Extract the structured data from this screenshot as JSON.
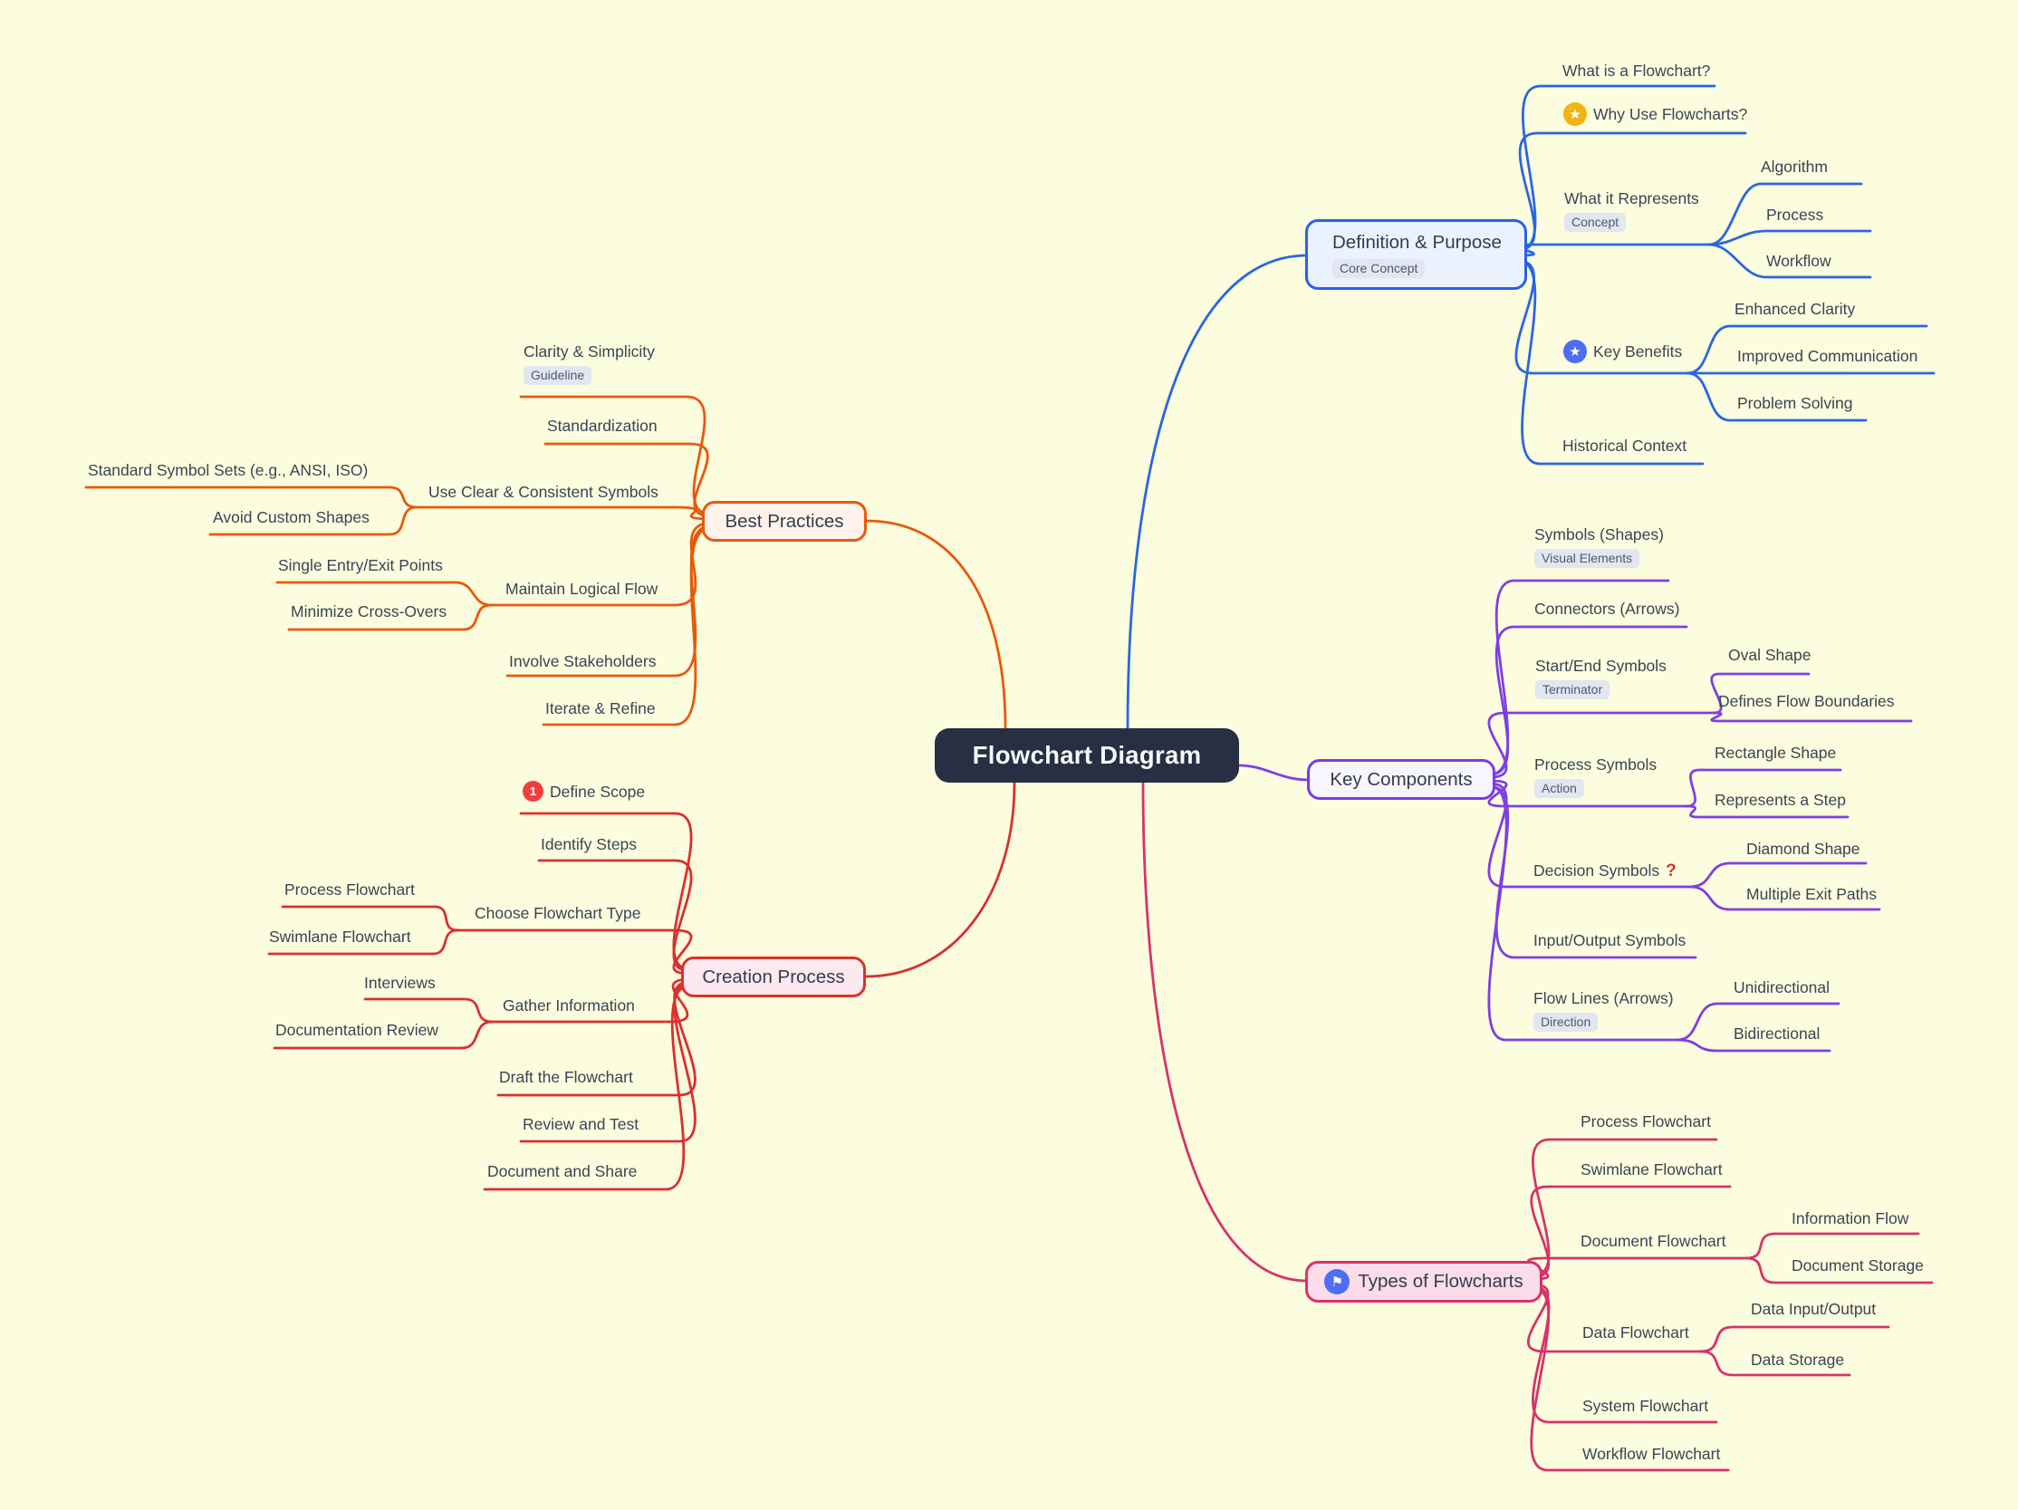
{
  "title": "Flowchart Diagram",
  "icons": {
    "star": "★",
    "flag": "⚑",
    "question": "?",
    "one": "1"
  },
  "colors": {
    "background": "#FCFCDE",
    "blue_branch": "#2A66E0",
    "purple_branch": "#7E3FE4",
    "pink_branch": "#D6336C",
    "orange_branch": "#E8590C",
    "red_branch": "#D93030",
    "center_bg": "#273043",
    "badge_bg": "#E2E6F0"
  },
  "branches": {
    "definition": {
      "label": "Definition & Purpose",
      "badge": "Core Concept",
      "children": {
        "what_is": {
          "label": "What is a Flowchart?"
        },
        "why_use": {
          "label": "Why Use Flowcharts?"
        },
        "represents": {
          "label": "What it Represents",
          "badge": "Concept"
        },
        "algorithm": {
          "label": "Algorithm"
        },
        "process": {
          "label": "Process"
        },
        "workflow": {
          "label": "Workflow"
        },
        "benefits": {
          "label": "Key Benefits"
        },
        "enhanced_clarity": {
          "label": "Enhanced Clarity"
        },
        "improved_communication": {
          "label": "Improved Communication"
        },
        "problem_solving": {
          "label": "Problem Solving"
        },
        "historical": {
          "label": "Historical Context"
        }
      }
    },
    "components": {
      "label": "Key Components",
      "children": {
        "symbols": {
          "label": "Symbols (Shapes)",
          "badge": "Visual Elements"
        },
        "connectors": {
          "label": "Connectors (Arrows)"
        },
        "start_end": {
          "label": "Start/End Symbols",
          "badge": "Terminator"
        },
        "oval": {
          "label": "Oval Shape"
        },
        "boundaries": {
          "label": "Defines Flow Boundaries"
        },
        "process_symbols": {
          "label": "Process Symbols",
          "badge": "Action"
        },
        "rectangle": {
          "label": "Rectangle Shape"
        },
        "step": {
          "label": "Represents a Step"
        },
        "decision": {
          "label": "Decision Symbols"
        },
        "diamond": {
          "label": "Diamond Shape"
        },
        "exit_paths": {
          "label": "Multiple Exit Paths"
        },
        "input_output": {
          "label": "Input/Output Symbols"
        },
        "flow_lines": {
          "label": "Flow Lines (Arrows)",
          "badge": "Direction"
        },
        "unidirectional": {
          "label": "Unidirectional"
        },
        "bidirectional": {
          "label": "Bidirectional"
        }
      }
    },
    "types": {
      "label": "Types of Flowcharts",
      "children": {
        "process_fc": {
          "label": "Process Flowchart"
        },
        "swimlane_fc": {
          "label": "Swimlane Flowchart"
        },
        "document_fc": {
          "label": "Document Flowchart"
        },
        "information_flow": {
          "label": "Information Flow"
        },
        "document_storage": {
          "label": "Document Storage"
        },
        "data_fc": {
          "label": "Data Flowchart"
        },
        "data_io": {
          "label": "Data Input/Output"
        },
        "data_storage": {
          "label": "Data Storage"
        },
        "system_fc": {
          "label": "System Flowchart"
        },
        "workflow_fc": {
          "label": "Workflow Flowchart"
        }
      }
    },
    "practices": {
      "label": "Best Practices",
      "children": {
        "clarity": {
          "label": "Clarity & Simplicity",
          "badge": "Guideline"
        },
        "standardization": {
          "label": "Standardization"
        },
        "clear_symbols": {
          "label": "Use Clear & Consistent Symbols"
        },
        "standard_sets": {
          "label": "Standard Symbol Sets (e.g., ANSI, ISO)"
        },
        "avoid_custom": {
          "label": "Avoid Custom Shapes"
        },
        "logical_flow": {
          "label": "Maintain Logical Flow"
        },
        "single_entry": {
          "label": "Single Entry/Exit Points"
        },
        "minimize_crossovers": {
          "label": "Minimize Cross-Overs"
        },
        "stakeholders": {
          "label": "Involve Stakeholders"
        },
        "iterate": {
          "label": "Iterate & Refine"
        }
      }
    },
    "creation": {
      "label": "Creation Process",
      "children": {
        "define_scope": {
          "label": "Define Scope"
        },
        "identify_steps": {
          "label": "Identify Steps"
        },
        "choose_type": {
          "label": "Choose Flowchart Type"
        },
        "process_fc": {
          "label": "Process Flowchart"
        },
        "swimlane_fc": {
          "label": "Swimlane Flowchart"
        },
        "gather_info": {
          "label": "Gather Information"
        },
        "interviews": {
          "label": "Interviews"
        },
        "doc_review": {
          "label": "Documentation Review"
        },
        "draft": {
          "label": "Draft the Flowchart"
        },
        "review_test": {
          "label": "Review and Test"
        },
        "doc_share": {
          "label": "Document and Share"
        }
      }
    }
  }
}
